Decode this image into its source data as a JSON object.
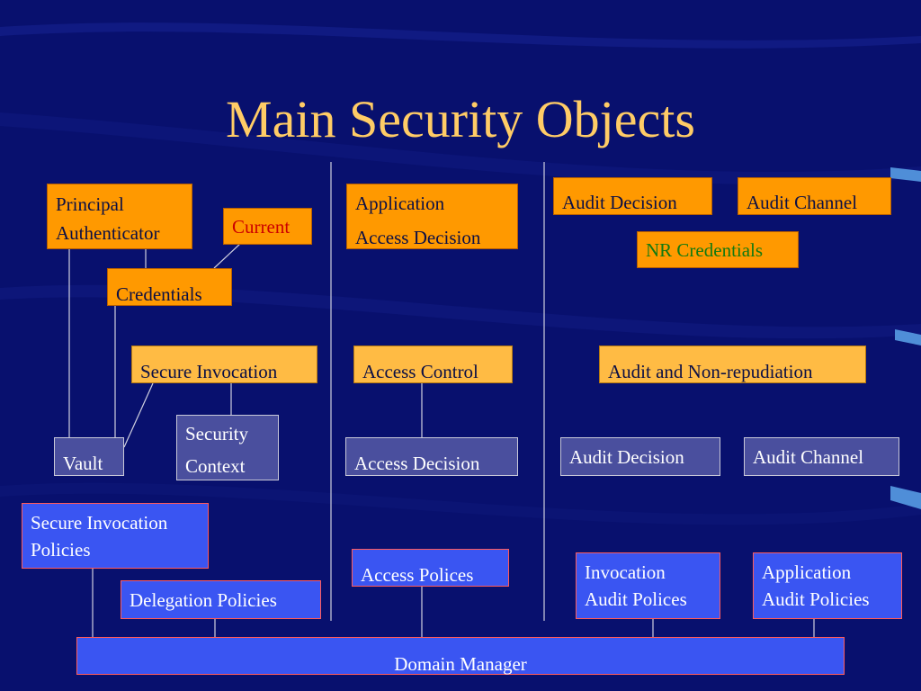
{
  "title": "Main Security Objects",
  "colors": {
    "background": "#08106e",
    "title": "#ffcc66",
    "interface_box": "#ff9900",
    "object_box": "#4a4f9e",
    "policy_box": "#3a55f2",
    "red_text": "#cc0000",
    "green_text": "#117a11"
  },
  "boxes": {
    "principal_authenticator": [
      "Principal",
      "Authenticator"
    ],
    "current": "Current",
    "credentials": "Credentials",
    "application_access_decision": [
      "Application",
      "Access Decision"
    ],
    "audit_decision_top": "Audit Decision",
    "audit_channel_top": "Audit Channel",
    "nr_credentials": "NR Credentials",
    "secure_invocation": "Secure Invocation",
    "access_control": "Access Control",
    "audit_non_repudiation": "Audit and Non-repudiation",
    "vault": "Vault",
    "security_context": [
      "Security",
      "Context"
    ],
    "access_decision": "Access Decision",
    "audit_decision_bottom": "Audit Decision",
    "audit_channel_bottom": "Audit Channel",
    "secure_invocation_policies": [
      "Secure Invocation",
      "Policies"
    ],
    "delegation_policies": "Delegation Policies",
    "access_polices": "Access Polices",
    "invocation_audit_polices": [
      "Invocation",
      "Audit Polices"
    ],
    "application_audit_policies": [
      "Application",
      "Audit Policies"
    ],
    "domain_manager": "Domain Manager"
  }
}
